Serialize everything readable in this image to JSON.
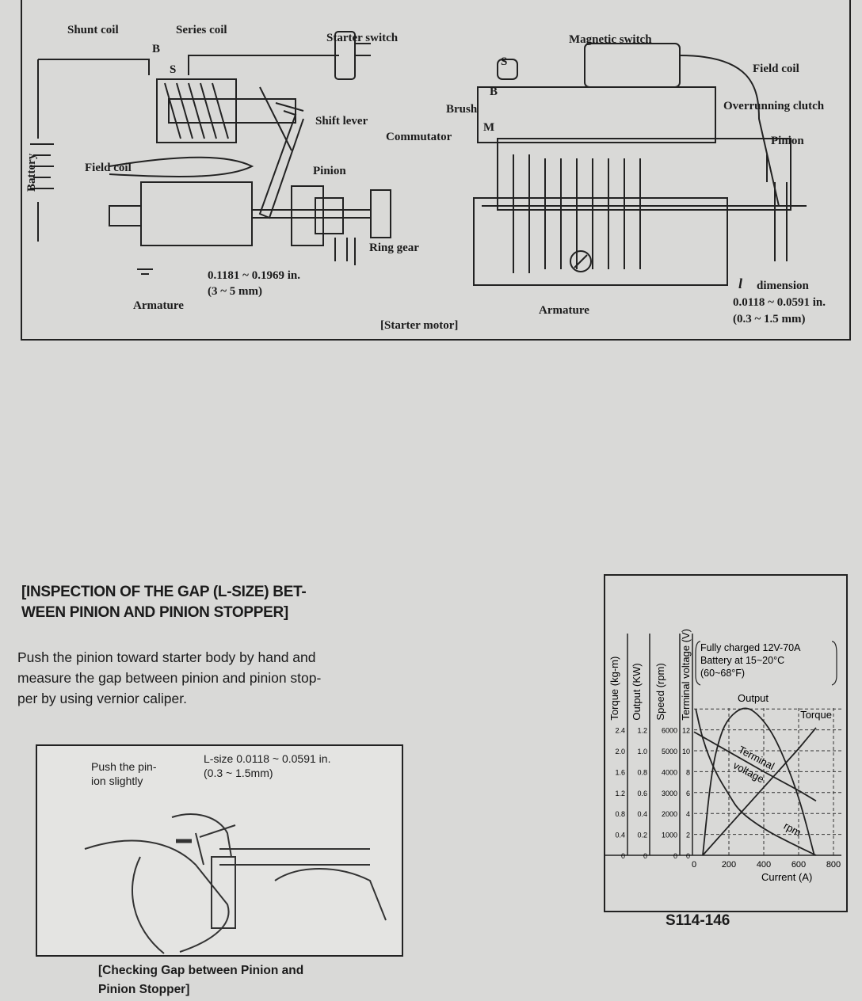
{
  "top_diagram": {
    "labels": {
      "shunt_coil": "Shunt coil",
      "series_coil": "Series coil",
      "starter_switch": "Starter switch",
      "b": "B",
      "s": "S",
      "shift_lever": "Shift lever",
      "battery": "Battery",
      "field_coil": "Field coil",
      "pinion": "Pinion",
      "ring_gear": "Ring gear",
      "gap_in": "0.1181 ~ 0.1969 in.",
      "gap_mm": "(3 ~ 5 mm)",
      "armature": "Armature",
      "magnetic_switch": "Magnetic switch",
      "s2": "S",
      "b2": "B",
      "m": "M",
      "brush": "Brush",
      "commutator": "Commutator",
      "field_coil2": "Field coil",
      "overrunning_clutch": "Overrunning clutch",
      "pinion2": "Pinion",
      "armature2": "Armature",
      "l": "l",
      "dimension": "dimension",
      "dim_in": "0.0118 ~ 0.0591 in.",
      "dim_mm": "(0.3 ~ 1.5 mm)",
      "starter_motor": "[Starter motor]"
    }
  },
  "section": {
    "heading_line1": "[INSPECTION OF THE GAP (L-SIZE) BET-",
    "heading_line2": "WEEN PINION AND PINION STOPPER]",
    "para_line1": "Push the pinion toward starter body by hand and",
    "para_line2": "measure the gap between pinion and pinion stop-",
    "para_line3": "per by using vernior caliper."
  },
  "photo": {
    "push_label_1": "Push the pin-",
    "push_label_2": "ion slightly",
    "lsize_1": "L-size 0.0118 ~ 0.0591 in.",
    "lsize_2": "(0.3 ~ 1.5mm)",
    "caption_1": "[Checking Gap between Pinion and",
    "caption_2": "Pinion Stopper]"
  },
  "figure_id": "S114-146",
  "chart_data": {
    "type": "line",
    "title": "",
    "annotation": [
      "Fully charged 12V-70A",
      "Battery at 15~20°C",
      "(60~68°F)"
    ],
    "xlabel": "Current (A)",
    "xlim": [
      0,
      800
    ],
    "x_ticks": [
      "0",
      "200",
      "400",
      "600",
      "800"
    ],
    "y_axes": [
      {
        "label": "Torque (kg-m)",
        "ticks": [
          "0",
          "0.4",
          "0.8",
          "1.2",
          "1.6",
          "2.0",
          "2.4"
        ]
      },
      {
        "label": "Output (KW)",
        "ticks": [
          "0",
          "0.2",
          "0.4",
          "0.6",
          "0.8",
          "1.0",
          "1.2"
        ]
      },
      {
        "label": "Speed (rpm)",
        "ticks": [
          "0",
          "1000",
          "2000",
          "3000",
          "4000",
          "5000",
          "6000"
        ]
      },
      {
        "label": "Terminal voltage (V)",
        "ticks": [
          "0",
          "2",
          "4",
          "6",
          "8",
          "10",
          "12"
        ]
      }
    ],
    "grid": true,
    "series": [
      {
        "name": "Terminal voltage",
        "unit": "V",
        "points": [
          [
            0,
            11.8
          ],
          [
            200,
            9.9
          ],
          [
            400,
            8.0
          ],
          [
            600,
            6.2
          ],
          [
            700,
            5.2
          ]
        ]
      },
      {
        "name": "Torque",
        "unit": "kg-m",
        "points": [
          [
            50,
            0
          ],
          [
            200,
            0.56
          ],
          [
            400,
            1.3
          ],
          [
            600,
            2.04
          ],
          [
            700,
            2.44
          ]
        ]
      },
      {
        "name": "Output",
        "unit": "KW",
        "points": [
          [
            50,
            0
          ],
          [
            100,
            0.8
          ],
          [
            150,
            1.15
          ],
          [
            200,
            1.32
          ],
          [
            280,
            1.42
          ],
          [
            350,
            1.38
          ],
          [
            450,
            1.18
          ],
          [
            550,
            0.8
          ],
          [
            620,
            0.45
          ],
          [
            690,
            0
          ]
        ]
      },
      {
        "name": "rpm",
        "unit": "rpm",
        "points": [
          [
            10,
            7000
          ],
          [
            50,
            5500
          ],
          [
            120,
            4000
          ],
          [
            200,
            2900
          ],
          [
            260,
            2100
          ],
          [
            400,
            1250
          ],
          [
            550,
            600
          ],
          [
            700,
            0
          ]
        ]
      }
    ]
  }
}
